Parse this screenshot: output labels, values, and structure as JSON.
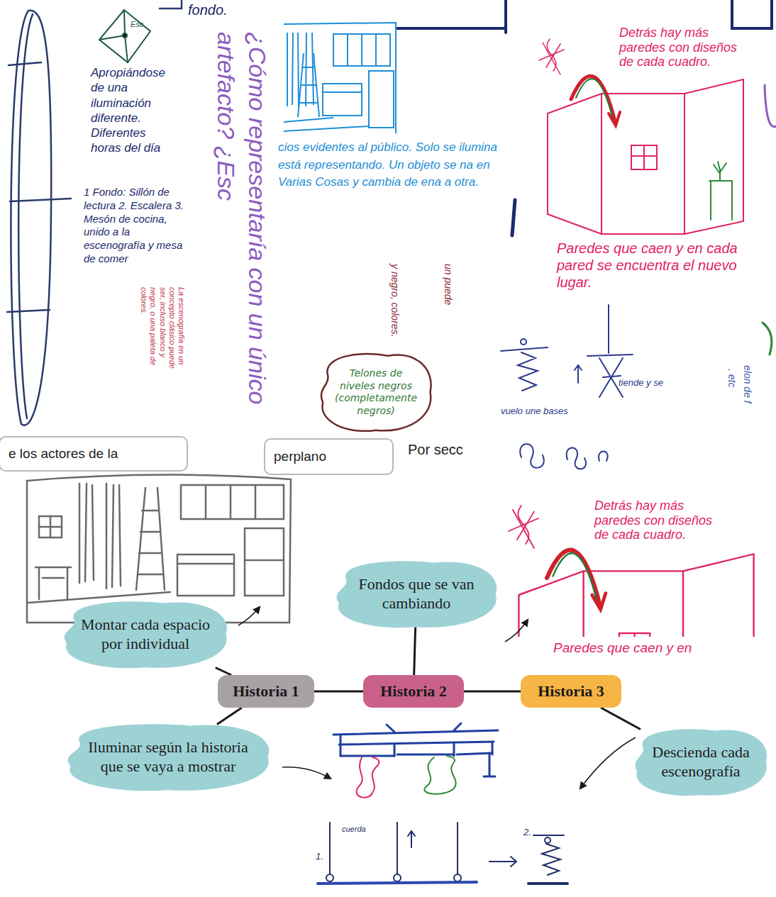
{
  "diagram": {
    "nodes": [
      {
        "text": [
          "Telones de niveles negros (completamente negros)"
        ]
      },
      {
        "text": [
          "e los actores de la"
        ]
      },
      {
        "text": [
          "perplano"
        ]
      },
      {
        "text": [
          "Montar cada espacio por individual"
        ]
      },
      {
        "text": [
          "Fondos que se van cambiando"
        ]
      },
      {
        "text": [
          "Historia 1"
        ]
      },
      {
        "text": [
          "Historia 2"
        ]
      },
      {
        "text": [
          "Historia 3"
        ]
      },
      {
        "text": [
          "Iluminar según la historia que se vaya a mostrar"
        ]
      },
      {
        "text": [
          "Descienda cada escenografía"
        ]
      }
    ],
    "edges": [
      {
        "from": 5,
        "to": 6,
        "arrow": "none"
      },
      {
        "from": 6,
        "to": 7,
        "arrow": "none"
      },
      {
        "from": 3,
        "to": 5,
        "arrow": "none"
      },
      {
        "from": 4,
        "to": 6,
        "arrow": "none"
      },
      {
        "from": 8,
        "to": 5,
        "arrow": "none"
      },
      {
        "from": 9,
        "to": 7,
        "arrow": "none"
      }
    ],
    "labels": [
      "fondo.",
      "Esc",
      "Apropiándose de una iluminación diferente. Diferentes horas del día",
      "1 Fondo: Sillón de lectura 2. Escalera 3. Mesón de cocina, unido a la escenografía y mesa de comer",
      "¿Cómo representaría con un único artefacto? ¿Esc",
      "La escenografía en un concepto clásico puede ser, incluso blanco y negro, o una paleta de colores.",
      "cios evidentes al público. Solo se ilumina está representando. Un objeto se na en Varias Cosas y cambia de ena a otra.",
      "Detrás hay más paredes con diseños de cada cuadro.",
      "y negro, colores.",
      "un puede",
      "Paredes que caen y en cada pared se encuentra el nuevo lugar.",
      "tiende y se",
      "vuelo une bases",
      "elon de f",
      ". etc",
      "Por secc",
      "Detrás hay más paredes con diseños de cada cuadro.",
      "Paredes que caen y en",
      "cuerda",
      "1.",
      "2."
    ]
  }
}
